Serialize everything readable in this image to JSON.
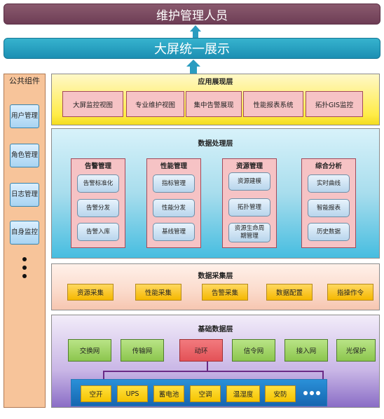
{
  "top": {
    "maintainers": "维护管理人员",
    "big_screen": "大屏统一展示"
  },
  "common": {
    "title": "公共组件",
    "items": [
      "用户管理",
      "角色管理",
      "日志管理",
      "自身监控"
    ]
  },
  "application_layer": {
    "title": "应用展现层",
    "items": [
      "大屏监控视图",
      "专业维护视图",
      "集中告警展现",
      "性能报表系统",
      "拓扑GIS监控"
    ]
  },
  "processing_layer": {
    "title": "数据处理层",
    "groups": [
      {
        "title": "告警管理",
        "items": [
          "告警标准化",
          "告警分发",
          "告警入库"
        ]
      },
      {
        "title": "性能管理",
        "items": [
          "指标管理",
          "性能分发",
          "基线管理"
        ]
      },
      {
        "title": "资源管理",
        "items": [
          "资源建模",
          "拓扑管理",
          "资源生命周期管理"
        ]
      },
      {
        "title": "综合分析",
        "items": [
          "实时曲线",
          "智能报表",
          "历史数据"
        ]
      }
    ]
  },
  "collection_layer": {
    "title": "数据采集层",
    "items": [
      "资源采集",
      "性能采集",
      "告警采集",
      "数据配置",
      "指操作令"
    ]
  },
  "base_layer": {
    "title": "基础数据层",
    "items": [
      "交换网",
      "传输网",
      "动环",
      "信令网",
      "接入网",
      "光保护"
    ],
    "env_items": [
      "空开",
      "UPS",
      "蓄电池",
      "空调",
      "温湿度",
      "安防"
    ]
  }
}
